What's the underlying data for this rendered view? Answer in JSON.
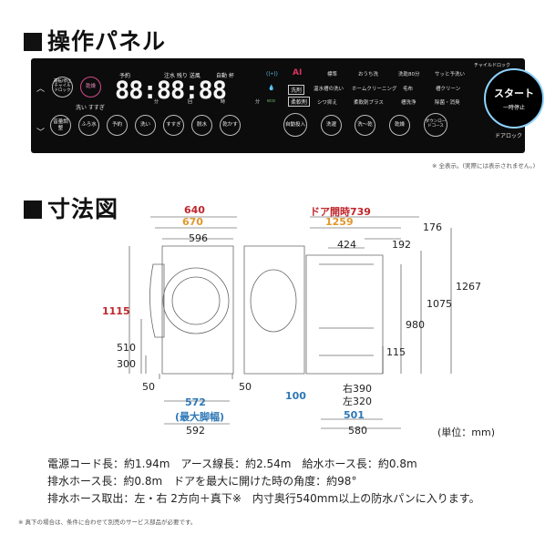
{
  "headings": {
    "panel": "操作パネル",
    "dimensions": "寸法図"
  },
  "panel": {
    "child_lock_top": "チャイルドロック",
    "child_lock_btn": "運転/停止 チャイルドロック",
    "flame_btn": "乾燥",
    "washdry_label": "洗い すすぎ",
    "top_labels": [
      "予約",
      "注水 残り 送風",
      "自動 杯"
    ],
    "digits": "88:88:88",
    "unit_hun": "分",
    "unit_kai": "回",
    "unit_ji": "時",
    "ai_label": "AI",
    "wifi_icon_label": "wifi",
    "eco_label": "eco",
    "sentaku_label": "洗剤",
    "jyunanzai_label": "柔軟剤",
    "buttons_row": [
      "音量調整",
      "ふろ水",
      "予約",
      "洗い",
      "すすぎ",
      "脱水",
      "乾かす"
    ],
    "right_buttons": [
      "自動投入",
      "洗濯",
      "洗〜乾",
      "乾燥",
      "ダウンロードコース"
    ],
    "courses_col1": [
      "標準",
      "温水槽の洗い",
      "シワ抑え"
    ],
    "courses_col2": [
      "おうち洗",
      "ホームクリーニング",
      "柔軟剤プラス"
    ],
    "courses_col3": [
      "洗乾80分",
      "毛布",
      "槽洗浄"
    ],
    "courses_col4": [
      "サッと予洗い",
      "槽クリーン",
      "除菌・消臭"
    ],
    "child_lock_right": "チャイルドロック",
    "start_label": "スタート",
    "pause_label": "一時停止",
    "door_lock": "ドアロック",
    "footnote": "※ 全表示。(実際には表示されません。)"
  },
  "dimensions": {
    "front_width_total": "640",
    "front_width_door": "670",
    "front_body_width": "596",
    "height_1115": "1115",
    "height_510": "510",
    "height_300": "300",
    "side_left_50": "50",
    "side_right_50": "50",
    "foot_width": "572",
    "foot_width_note": "(最大脚幅)",
    "base_width": "592",
    "door_open": "ドア開時739",
    "depth_total": "1259",
    "d176": "176",
    "d424": "424",
    "d192": "192",
    "h1267": "1267",
    "h1075": "1075",
    "h980": "980",
    "h115": "115",
    "d100": "100",
    "hose_right": "右390",
    "hose_left": "左320",
    "d501": "501",
    "d580": "580",
    "unit_note": "(単位：mm)"
  },
  "specs": [
    "電源コード長：約1.94m　アース線長：約2.54m　給水ホース長：約0.8m",
    "排水ホース長：約0.8m　ドアを最大に開けた時の角度：約98°",
    "排水ホース取出：左・右 2方向＋真下※　内寸奥行540mm以上の防水パンに入ります。"
  ],
  "spec_footnote": "※ 真下の場合は、条件に合わせて別売のサービス部品が必要です。"
}
